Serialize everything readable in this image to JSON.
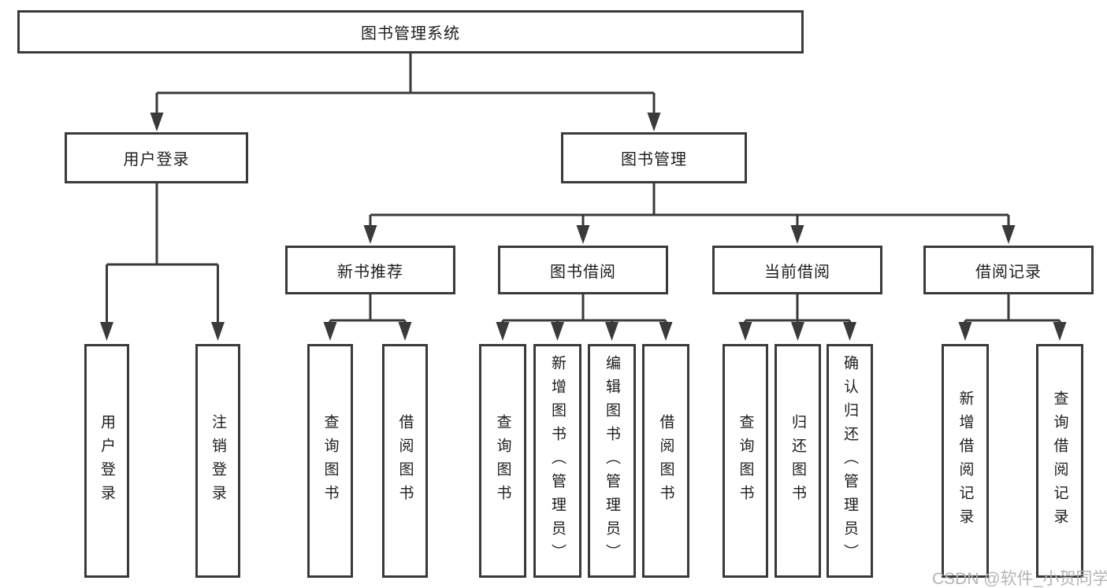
{
  "diagram_title": "图书管理系统",
  "watermark": "CSDN @软件_小贺同学",
  "colors": {
    "line": "#3a3a3a",
    "box_border": "#3a3a3a",
    "text": "#1d1d1d",
    "watermark": "#b4b4b4",
    "background": "#ffffff"
  },
  "tree": {
    "root": "图书管理系统",
    "branches": [
      {
        "label": "用户登录",
        "leaves": [
          "用户登录",
          "注销登录"
        ]
      },
      {
        "label": "图书管理",
        "children": [
          {
            "label": "新书推荐",
            "leaves": [
              "查询图书",
              "借阅图书"
            ]
          },
          {
            "label": "图书借阅",
            "leaves": [
              "查询图书",
              "新增图书（管理员）",
              "编辑图书（管理员）",
              "借阅图书"
            ]
          },
          {
            "label": "当前借阅",
            "leaves": [
              "查询图书",
              "归还图书",
              "确认归还（管理员）"
            ]
          },
          {
            "label": "借阅记录",
            "leaves": [
              "新增借阅记录",
              "查询借阅记录"
            ]
          }
        ]
      }
    ]
  }
}
